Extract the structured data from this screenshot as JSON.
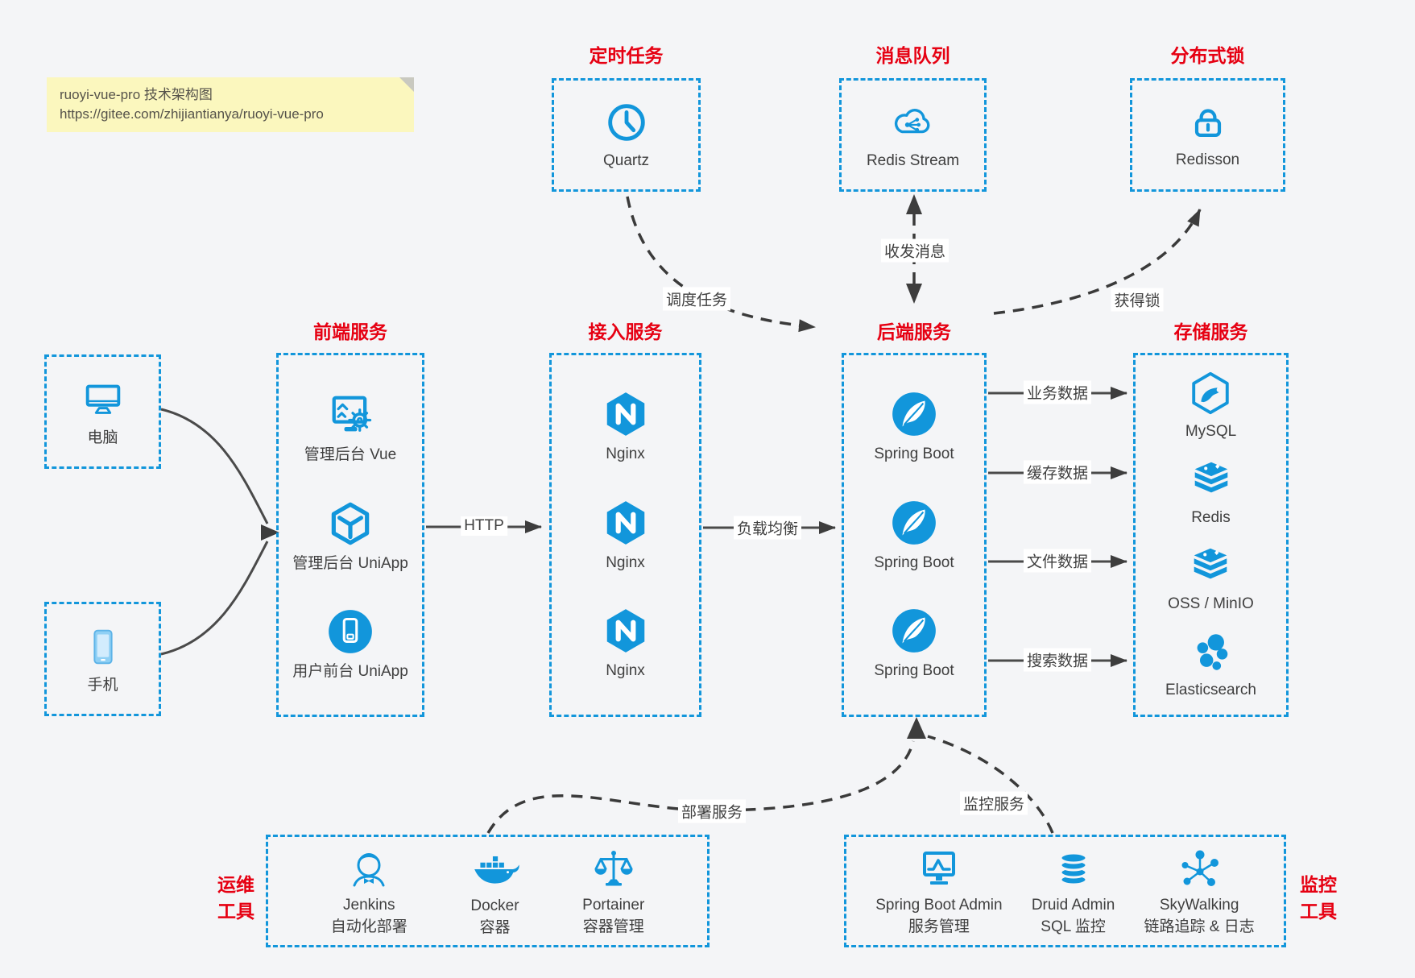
{
  "colors": {
    "accent_blue": "#1296db",
    "title_red": "#e60012",
    "arrow": "#3d3d3d",
    "note_bg": "#fbf7be",
    "page_bg": "#f4f5f7"
  },
  "note": {
    "line1": "ruoyi-vue-pro 技术架构图",
    "line2": "https://gitee.com/zhijiantianya/ruoyi-vue-pro"
  },
  "top_row": [
    {
      "title": "定时任务",
      "icon": "clock-icon",
      "label": "Quartz"
    },
    {
      "title": "消息队列",
      "icon": "cloud-mq-icon",
      "label": "Redis Stream"
    },
    {
      "title": "分布式锁",
      "icon": "lock-icon",
      "label": "Redisson"
    }
  ],
  "clients": [
    {
      "icon": "desktop-icon",
      "label": "电脑"
    },
    {
      "icon": "smartphone-icon",
      "label": "手机"
    }
  ],
  "columns": {
    "frontend": {
      "title": "前端服务",
      "items": [
        {
          "icon": "admin-vue-icon",
          "label": "管理后台 Vue"
        },
        {
          "icon": "uniapp-cube-icon",
          "label": "管理后台 UniApp"
        },
        {
          "icon": "user-app-icon",
          "label": "用户前台 UniApp"
        }
      ]
    },
    "gateway": {
      "title": "接入服务",
      "items": [
        {
          "icon": "nginx-icon",
          "label": "Nginx"
        },
        {
          "icon": "nginx-icon",
          "label": "Nginx"
        },
        {
          "icon": "nginx-icon",
          "label": "Nginx"
        }
      ]
    },
    "backend": {
      "title": "后端服务",
      "items": [
        {
          "icon": "spring-boot-icon",
          "label": "Spring Boot"
        },
        {
          "icon": "spring-boot-icon",
          "label": "Spring Boot"
        },
        {
          "icon": "spring-boot-icon",
          "label": "Spring Boot"
        }
      ]
    },
    "storage": {
      "title": "存储服务",
      "items": [
        {
          "icon": "mysql-icon",
          "label": "MySQL"
        },
        {
          "icon": "redis-icon",
          "label": "Redis"
        },
        {
          "icon": "oss-minio-icon",
          "label": "OSS / MinIO"
        },
        {
          "icon": "elasticsearch-icon",
          "label": "Elasticsearch"
        }
      ]
    }
  },
  "bottom_row": {
    "ops": {
      "title_line1": "运维",
      "title_line2": "工具",
      "items": [
        {
          "icon": "jenkins-icon",
          "label": "Jenkins",
          "sublabel": "自动化部署"
        },
        {
          "icon": "docker-icon",
          "label": "Docker",
          "sublabel": "容器"
        },
        {
          "icon": "portainer-icon",
          "label": "Portainer",
          "sublabel": "容器管理"
        }
      ]
    },
    "monitoring": {
      "title_line1": "监控",
      "title_line2": "工具",
      "items": [
        {
          "icon": "springboot-admin-icon",
          "label": "Spring Boot Admin",
          "sublabel": "服务管理"
        },
        {
          "icon": "druid-icon",
          "label": "Druid Admin",
          "sublabel": "SQL 监控"
        },
        {
          "icon": "skywalking-icon",
          "label": "SkyWalking",
          "sublabel": "链路追踪 & 日志"
        }
      ]
    }
  },
  "edge_labels": {
    "http": "HTTP",
    "load_balance": "负载均衡",
    "business_data": "业务数据",
    "cache_data": "缓存数据",
    "file_data": "文件数据",
    "search_data": "搜索数据",
    "schedule_task": "调度任务",
    "send_receive_msg": "收发消息",
    "acquire_lock": "获得锁",
    "deploy_service": "部署服务",
    "monitor_service": "监控服务"
  }
}
